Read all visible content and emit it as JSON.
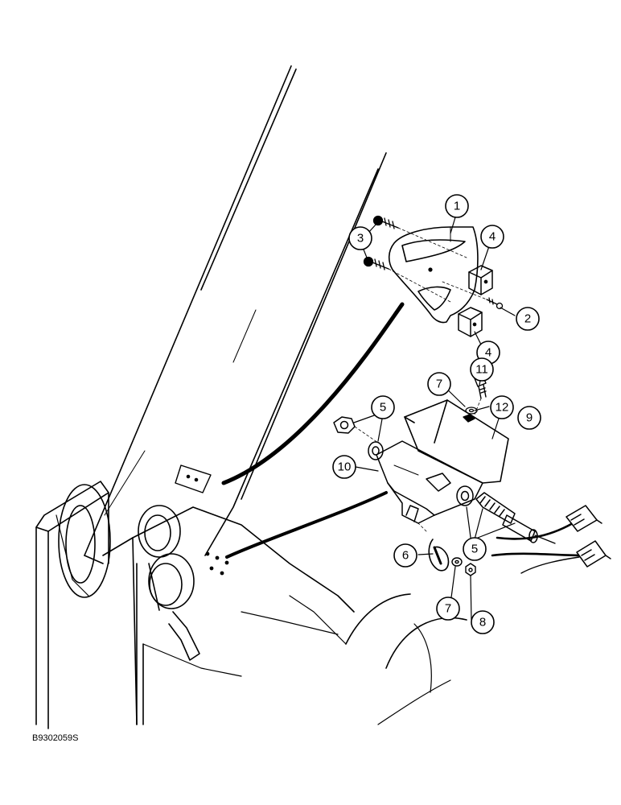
{
  "figure_id": "B9302059S",
  "callouts": [
    "1",
    "2",
    "3",
    "4",
    "4",
    "5",
    "5",
    "6",
    "7",
    "7",
    "8",
    "9",
    "10",
    "11",
    "12"
  ]
}
